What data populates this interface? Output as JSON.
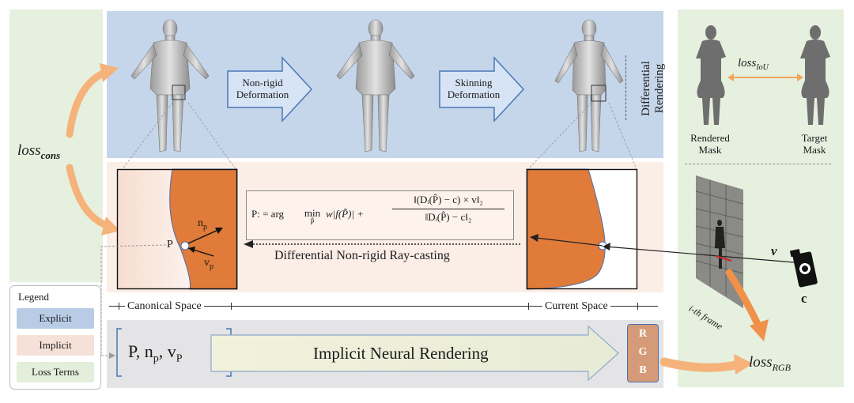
{
  "top_row": {
    "arrow_1": [
      "Non-rigid",
      "Deformation"
    ],
    "arrow_2": [
      "Skinning",
      "Deformation"
    ],
    "differential_rendering": [
      "Differential",
      "Rendering"
    ]
  },
  "mask_panel": {
    "loss_label": "loss",
    "loss_sub": "IoU",
    "rendered_mask": [
      "Rendered",
      "Mask"
    ],
    "target_mask": [
      "Target",
      "Mask"
    ]
  },
  "loss_cons": {
    "label": "loss",
    "sub": "cons"
  },
  "implicit_row": {
    "point_label": "P",
    "normal_label": "n",
    "normal_sub": "p",
    "view_label": "v",
    "view_sub": "p",
    "formula_text": "P: = arg min w|f(P̂)| + ‖(Dᵢ(P̂) − c) × v‖₂ / ‖Dᵢ(P̂) − c‖₂",
    "formula": {
      "lhs": "P: = arg",
      "min": "min",
      "min_sub": "P̂",
      "term1": "w|f(P̂)| +",
      "numerator": "‖(Dᵢ(P̂) − c) × v‖₂",
      "denominator": "‖Dᵢ(P̂) − c‖₂"
    },
    "ray_casting": "Differential Non-rigid Ray-casting"
  },
  "spaces": {
    "canonical": "Canonical Space",
    "current": "Current Space"
  },
  "camera": {
    "frame_label": "i-th frame",
    "v_label": "v",
    "c_label": "c"
  },
  "bottom_row": {
    "inputs": {
      "P": "P,",
      "n": "n",
      "n_sub": "p",
      "comma": ",",
      "v": "v",
      "v_sub": "P"
    },
    "arrow_label": "Implicit Neural Rendering",
    "rgb": [
      "R",
      "G",
      "B"
    ],
    "loss_rgb": "loss",
    "loss_rgb_sub": "RGB"
  },
  "legend": {
    "title": "Legend",
    "items": [
      {
        "label": "Explicit",
        "color": "#b9cce6"
      },
      {
        "label": "Implicit",
        "color": "#f6e1d8"
      },
      {
        "label": "Loss Terms",
        "color": "#e3eedb"
      }
    ]
  },
  "colors": {
    "explicit_bg": "#c5d5ea",
    "implicit_bg": "#fbeee7",
    "loss_bg": "#e6f0df",
    "orange": "#e07b39",
    "arrow_blue": "#d6e4f5",
    "arrow_cream": "#eef0d8"
  }
}
